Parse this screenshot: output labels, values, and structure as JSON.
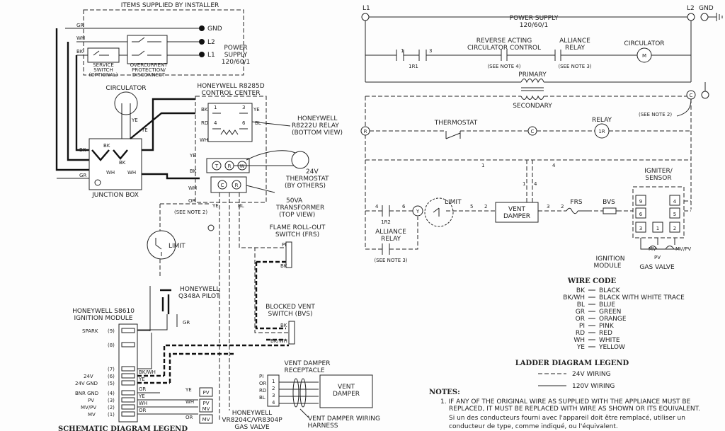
{
  "schematic": {
    "installer_header": "ITEMS SUPPLIED BY INSTALLER",
    "terminals": {
      "gnd": "GND",
      "l2": "L2",
      "l1": "L1"
    },
    "power_supply": [
      "POWER",
      "SUPPLY",
      "120/60/1"
    ],
    "service_switch": [
      "SERVICE",
      "SWITCH",
      "(OPTIONAL)"
    ],
    "overcurrent": [
      "OVERCURRENT",
      "PROTECTION/",
      "DISCONNECT"
    ],
    "circulator": "CIRCULATOR",
    "junction_box": "JUNCTION BOX",
    "control_center": [
      "HONEYWELL R8285D",
      "CONTROL CENTER"
    ],
    "relay": [
      "HONEYWELL",
      "R8222U RELAY",
      "(BOTTOM VIEW)"
    ],
    "thermostat": [
      "24V",
      "THERMOSTAT",
      "(BY OTHERS)"
    ],
    "transformer": [
      "50VA",
      "TRANSFORMER",
      "(TOP VIEW)"
    ],
    "see_note_2": "(SEE NOTE 2)",
    "limit": "LIMIT",
    "frs": [
      "FLAME ROLL-OUT",
      "SWITCH (FRS)"
    ],
    "pilot": [
      "HONEYWELL",
      "Q348A PILOT"
    ],
    "bvs": [
      "BLOCKED VENT",
      "SWITCH (BVS)"
    ],
    "ignition_module": [
      "HONEYWELL S8610",
      "IGNITION MODULE"
    ],
    "module_terms": [
      "SPARK",
      "24V",
      "24V GND",
      "BNR GND",
      "PV",
      "MV/PV",
      "MV"
    ],
    "module_nums": [
      "(9)",
      "(8)",
      "(7)",
      "(6)",
      "(5)",
      "(4)",
      "(3)",
      "(2)",
      "(1)"
    ],
    "receptacle": [
      "VENT DAMPER",
      "RECEPTACLE"
    ],
    "vent_damper": [
      "VENT",
      "DAMPER"
    ],
    "gas_valve": [
      "HONEYWELL",
      "VR8204C/VR8304P",
      "GAS VALVE"
    ],
    "harness": [
      "VENT DAMPER WIRING",
      "HARNESS"
    ],
    "schematic_legend": "SCHEMATIC DIAGRAM LEGEND",
    "wire_labels": {
      "gr": "GR",
      "wh": "WH",
      "bk": "BK",
      "ye": "YE",
      "rd": "RD",
      "or": "OR",
      "bl": "BL",
      "pi": "PI",
      "bkwh": "BK/WH",
      "pv": "PV",
      "mv": "MV",
      "c": "C",
      "r": "R",
      "t": "T",
      "w": "W",
      "n1": "1",
      "n2": "2",
      "n3": "3",
      "n4": "4",
      "n5": "5",
      "n6": "6"
    }
  },
  "ladder": {
    "l1": "L1",
    "l2": "L2",
    "gnd": "GND",
    "power_supply": [
      "POWER SUPPLY",
      "120/60/1"
    ],
    "reverse_acting": [
      "REVERSE ACTING",
      "CIRCULATOR CONTROL"
    ],
    "see_note_4": "(SEE NOTE 4)",
    "alliance_relay_top": [
      "ALLIANCE",
      "RELAY"
    ],
    "see_note_3": "(SEE NOTE 3)",
    "circulator": "CIRCULATOR",
    "primary": "PRIMARY",
    "secondary": "SECONDARY",
    "see_note_2": "(SEE NOTE 2)",
    "thermostat": "THERMOSTAT",
    "relay": "RELAY",
    "relay_coil": "1R",
    "contact_1r1": "1R1",
    "contact_1r2": "1R2",
    "igniter": [
      "IGNITER/",
      "SENSOR"
    ],
    "limit": "LIMIT",
    "vent_damper": [
      "VENT",
      "DAMPER"
    ],
    "frs": "FRS",
    "bvs": "BVS",
    "alliance_relay_bottom": [
      "ALLIANCE",
      "RELAY"
    ],
    "see_note_3_bottom": "(SEE NOTE 3)",
    "ignition_module": [
      "IGNITION",
      "MODULE"
    ],
    "gas_valve": "GAS VALVE",
    "module_nums": [
      "9",
      "4",
      "6",
      "5",
      "3",
      "1",
      "2"
    ],
    "node_labels": {
      "r": "R",
      "c": "C",
      "m": "M",
      "y": "Y",
      "mv": "MV",
      "mvpv": "MV/PV",
      "pv": "PV"
    },
    "wire_nums": {
      "n1": "1",
      "n2": "2",
      "n3": "3",
      "n4": "4",
      "n5": "5",
      "n6": "6"
    }
  },
  "wire_code": {
    "title": "WIRE CODE",
    "entries": [
      {
        "code": "BK",
        "name": "BLACK"
      },
      {
        "code": "BK/WH",
        "name": "BLACK WITH WHITE TRACE"
      },
      {
        "code": "BL",
        "name": "BLUE"
      },
      {
        "code": "GR",
        "name": "GREEN"
      },
      {
        "code": "OR",
        "name": "ORANGE"
      },
      {
        "code": "PI",
        "name": "PINK"
      },
      {
        "code": "RD",
        "name": "RED"
      },
      {
        "code": "WH",
        "name": "WHITE"
      },
      {
        "code": "YE",
        "name": "YELLOW"
      }
    ]
  },
  "ladder_legend": {
    "title": "LADDER DIAGRAM LEGEND",
    "items": [
      "24V WIRING",
      "120V WIRING"
    ]
  },
  "notes": {
    "title": "NOTES:",
    "note1": [
      "1. IF ANY OF THE ORIGINAL WIRE AS SUPPLIED WITH THE APPLIANCE MUST BE",
      "REPLACED, IT MUST BE REPLACED WITH WIRE AS SHOWN OR ITS EQUIVALENT.",
      "Si un des conducteurs fourni avec l'appareil doit être remplacé, utiliser un",
      "conducteur de type, comme indiqué, ou l'équivalent."
    ]
  }
}
